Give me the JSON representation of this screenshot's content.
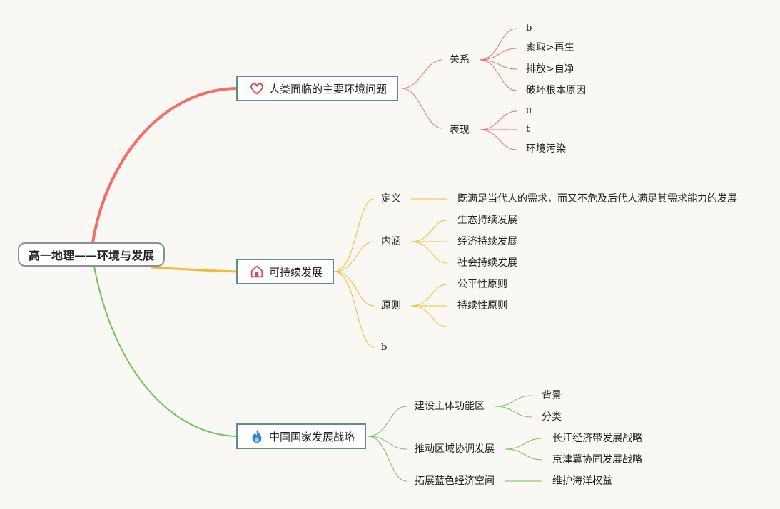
{
  "root": {
    "label": "高一地理——环境与发展"
  },
  "branches": [
    {
      "label": "人类面临的主要环境问题",
      "icon": "heart-icon",
      "color": "#f07068",
      "children": [
        {
          "label": "关系",
          "children": [
            "b",
            "索取>再生",
            "排放>自净",
            "破坏根本原因"
          ]
        },
        {
          "label": "表现",
          "children": [
            "u",
            "t",
            "环境污染"
          ]
        }
      ]
    },
    {
      "label": "可持续发展",
      "icon": "house-icon",
      "color": "#f5bb2e",
      "children": [
        {
          "label": "定义",
          "children": [
            "既满足当代人的需求，而又不危及后代人满足其需求能力的发展"
          ]
        },
        {
          "label": "内涵",
          "children": [
            "生态持续发展",
            "经济持续发展",
            "社会持续发展"
          ]
        },
        {
          "label": "原则",
          "children": [
            "公平性原则",
            "持续性原则",
            ""
          ]
        },
        {
          "label": "b",
          "children": []
        }
      ]
    },
    {
      "label": "中国国家发展战略",
      "icon": "flame-icon",
      "color": "#72c25a",
      "children": [
        {
          "label": "建设主体功能区",
          "children": [
            "背景",
            "分类"
          ]
        },
        {
          "label": "推动区域协调发展",
          "children": [
            "长江经济带发展战略",
            "京津冀协同发展战略"
          ]
        },
        {
          "label": "拓展蓝色经济空间",
          "children": [
            "维护海洋权益"
          ]
        }
      ]
    }
  ]
}
